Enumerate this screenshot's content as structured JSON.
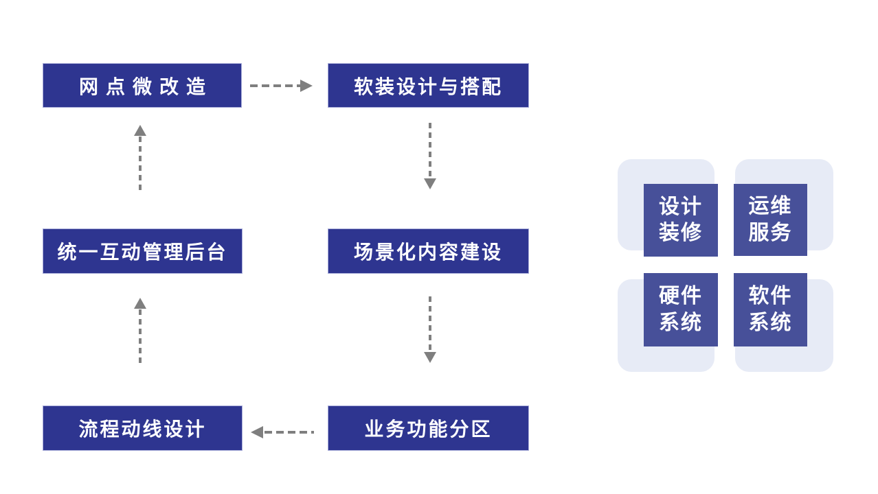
{
  "flow": {
    "nodes": [
      {
        "id": "node-wangdian-weigaizao",
        "label": "网点微改造"
      },
      {
        "id": "node-ruanzhuang-sheji",
        "label": "软装设计与搭配"
      },
      {
        "id": "node-tongyi-hudong-houtai",
        "label": "统一互动管理后台"
      },
      {
        "id": "node-changjinghua-neirong",
        "label": "场景化内容建设"
      },
      {
        "id": "node-liucheng-dongxian",
        "label": "流程动线设计"
      },
      {
        "id": "node-yewu-gongneng-fenqu",
        "label": "业务功能分区"
      }
    ],
    "edges": [
      {
        "from": "网点微改造",
        "to": "软装设计与搭配",
        "direction": "right"
      },
      {
        "from": "软装设计与搭配",
        "to": "场景化内容建设",
        "direction": "down"
      },
      {
        "from": "场景化内容建设",
        "to": "业务功能分区",
        "direction": "down"
      },
      {
        "from": "业务功能分区",
        "to": "流程动线设计",
        "direction": "left"
      },
      {
        "from": "流程动线设计",
        "to": "统一互动管理后台",
        "direction": "up"
      },
      {
        "from": "统一互动管理后台",
        "to": "网点微改造",
        "direction": "up"
      }
    ]
  },
  "capability_grid": {
    "items": [
      {
        "id": "grid-sheji-zhuangxiu",
        "label": "设计\n装修"
      },
      {
        "id": "grid-yunwei-fuwu",
        "label": "运维\n服务"
      },
      {
        "id": "grid-yingjian-xitong",
        "label": "硬件\n系统"
      },
      {
        "id": "grid-ruanjian-xitong",
        "label": "软件\n系统"
      }
    ]
  },
  "palette": {
    "flow_node_bg": "#2e3590",
    "flow_node_border": "#a9add9",
    "grid_node_bg": "#475099",
    "grid_tile_bg": "#e7ebf6",
    "arrow": "#7f7f7f",
    "text": "#ffffff",
    "background": "#ffffff"
  }
}
